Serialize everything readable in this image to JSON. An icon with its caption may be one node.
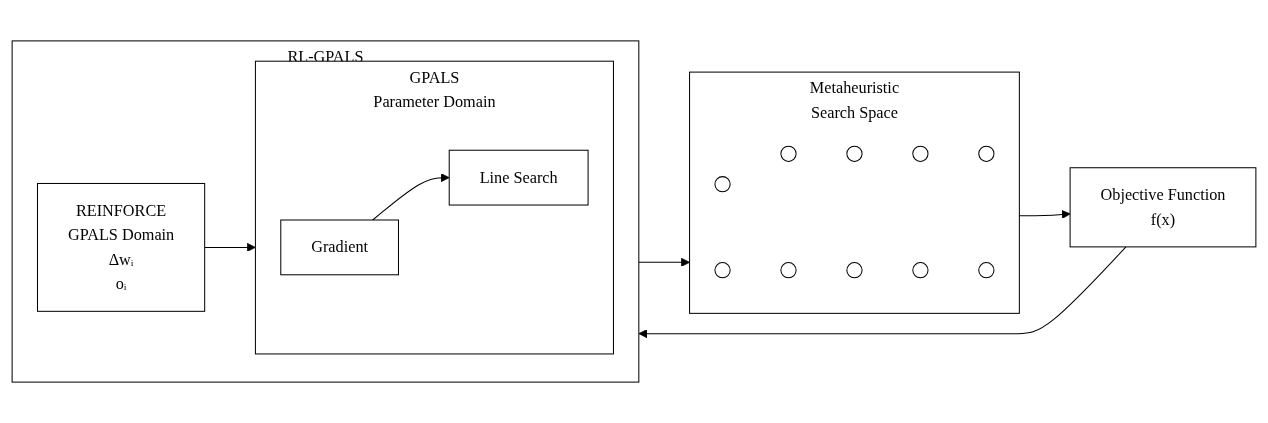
{
  "diagram": {
    "nodes": [
      {
        "text": [
          "RL-GPALS"
        ]
      },
      {
        "text": [
          "REINFORCE",
          "GPALS Domain",
          "Δwᵢ",
          "oᵢ"
        ],
        "in": 0
      },
      {
        "text": [
          "GPALS",
          "Parameter Domain"
        ],
        "in": 0
      },
      {
        "text": [
          "Gradient"
        ],
        "in": 2
      },
      {
        "text": [
          "Line Search"
        ],
        "in": 2
      },
      {
        "text": [
          "Metaheuristic",
          "Search Space"
        ]
      },
      {
        "text": [],
        "shape": "circle",
        "in": 5
      },
      {
        "text": [],
        "shape": "circle",
        "in": 5
      },
      {
        "text": [],
        "shape": "circle",
        "in": 5
      },
      {
        "text": [],
        "shape": "circle",
        "in": 5
      },
      {
        "text": [],
        "shape": "circle",
        "in": 5
      },
      {
        "text": [],
        "shape": "circle",
        "in": 5
      },
      {
        "text": [],
        "shape": "circle",
        "in": 5
      },
      {
        "text": [],
        "shape": "circle",
        "in": 5
      },
      {
        "text": [],
        "shape": "circle",
        "in": 5
      },
      {
        "text": [],
        "shape": "circle",
        "in": 5
      },
      {
        "text": [
          "Objective Function",
          "f(x)"
        ]
      }
    ],
    "edges": [
      {
        "from": 1,
        "to": 2,
        "arrow": "to"
      },
      {
        "from": 3,
        "to": 4,
        "arrow": "to"
      },
      {
        "from": 0,
        "to": 5,
        "arrow": "to"
      },
      {
        "from": 5,
        "to": 16,
        "arrow": "to"
      },
      {
        "from": 16,
        "to": 0,
        "arrow": "to"
      }
    ]
  }
}
